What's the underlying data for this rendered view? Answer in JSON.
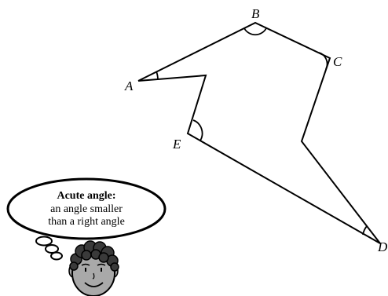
{
  "diagram": {
    "vertices": {
      "a": "A",
      "b": "B",
      "c": "C",
      "d": "D",
      "e": "E"
    },
    "marked_angles": [
      "A",
      "B",
      "C",
      "D",
      "E"
    ]
  },
  "thought_bubble": {
    "title": "Acute angle:",
    "line1": "an angle smaller",
    "line2": "than a right angle"
  },
  "colors": {
    "line": "#000000",
    "face_fill": "#a9a9a9",
    "hair_fill": "#3a3a3a",
    "background": "#ffffff"
  },
  "icons": {
    "character": "cartoon-face-icon",
    "bubble": "thought-bubble-icon"
  }
}
